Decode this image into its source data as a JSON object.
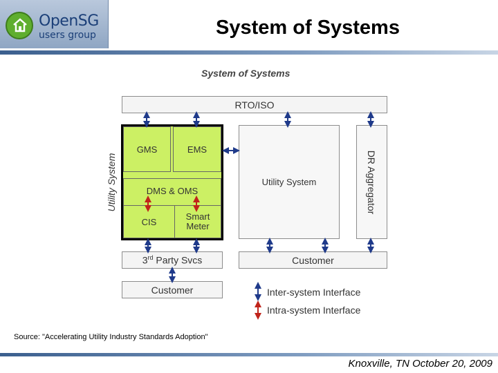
{
  "header": {
    "logo_name": "OpenSG",
    "logo_sub": "users group",
    "title": "System of Systems"
  },
  "diagram": {
    "title": "System of Systems",
    "rto_iso": "RTO/ISO",
    "utility_system_label": "Utility System",
    "gms": "GMS",
    "ems": "EMS",
    "dms_oms": "DMS & OMS",
    "cis": "CIS",
    "smart_meter_line1": "Smart",
    "smart_meter_line2": "Meter",
    "utility_system_box": "Utility System",
    "dr_aggregator": "DR Aggregator",
    "third_party_prefix": "3",
    "third_party_sup": "rd",
    "third_party_suffix": " Party Svcs",
    "customer_bottom_left": "Customer",
    "customer_right": "Customer",
    "legend_inter": "Inter-system Interface",
    "legend_intra": "Intra-system Interface"
  },
  "colors": {
    "inter_arrow": "#1f3a8a",
    "intra_arrow": "#c0241b",
    "utility_green": "#ccf064"
  },
  "footer": {
    "source": "Source: \"Accelerating Utility Industry Standards Adoption\"",
    "location_date": "Knoxville, TN  October 20, 2009"
  }
}
